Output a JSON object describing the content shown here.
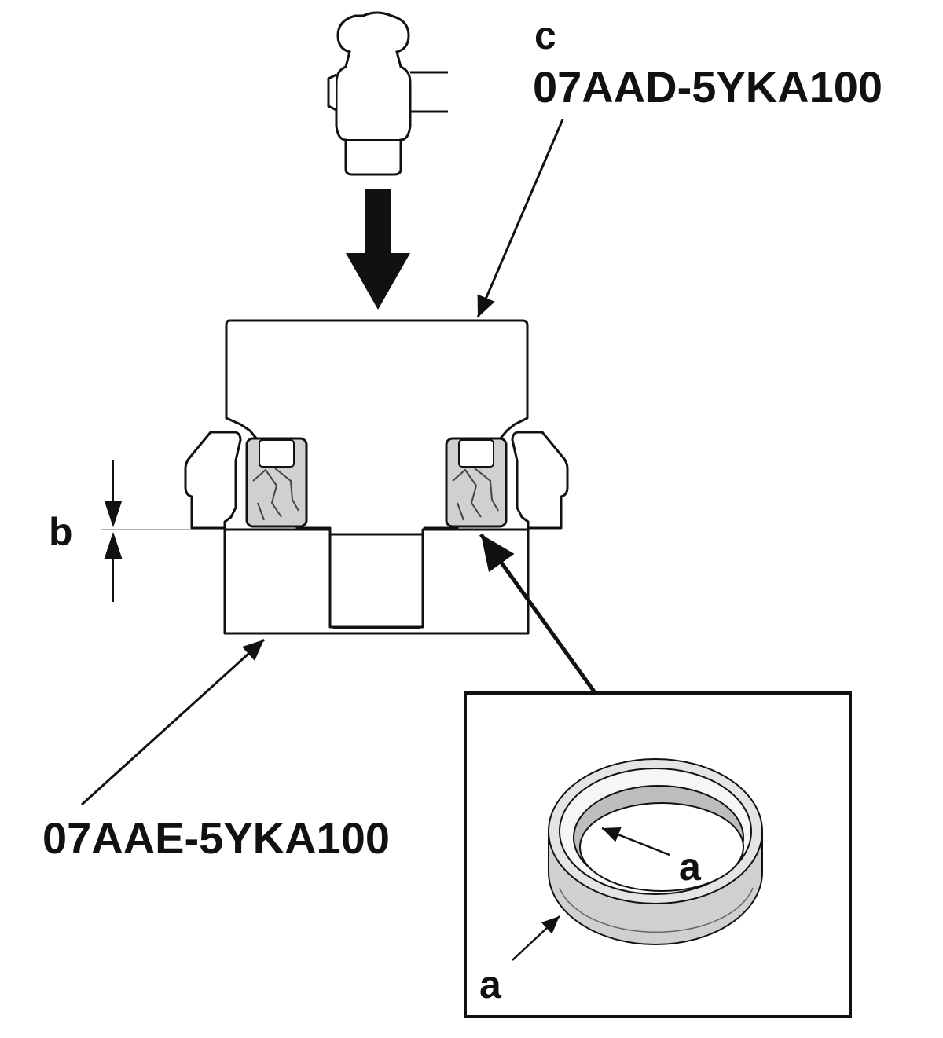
{
  "labels": {
    "c_letter": "c",
    "tool_upper": "07AAD-5YKA100",
    "tool_lower": "07AAE-5YKA100",
    "b_letter": "b",
    "a_inner": "a",
    "a_outer": "a"
  },
  "colors": {
    "line": "#111111",
    "seal_fill": "#d0d0d0",
    "ring_gray": "#bdbdbd",
    "background": "#ffffff"
  },
  "icons": {
    "hammer": "hammer-icon",
    "press_direction": "arrow-down-icon"
  }
}
